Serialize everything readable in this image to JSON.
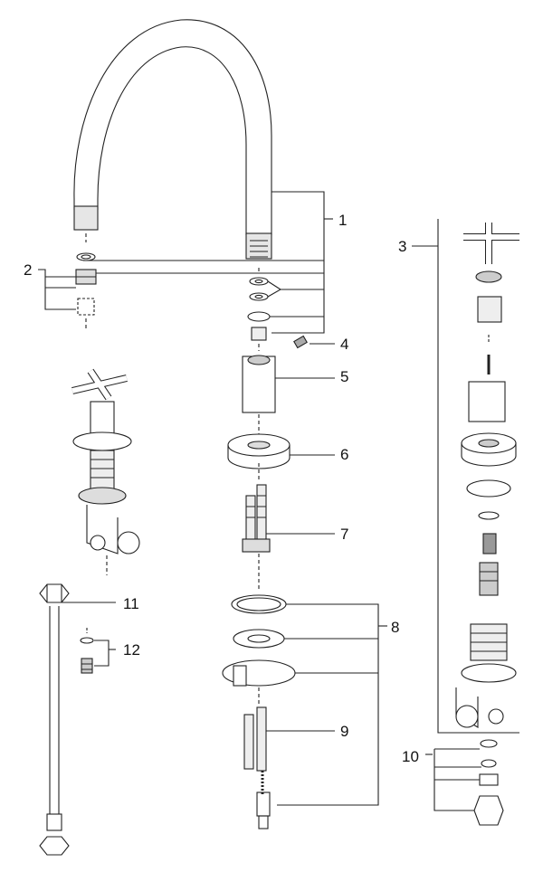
{
  "callouts": {
    "c1": "1",
    "c2": "2",
    "c3": "3",
    "c4": "4",
    "c5": "5",
    "c6": "6",
    "c7": "7",
    "c8": "8",
    "c9": "9",
    "c10": "10",
    "c11": "11",
    "c12": "12"
  },
  "colors": {
    "line": "#222222",
    "shade": "#cccccc",
    "dark": "#555555"
  }
}
